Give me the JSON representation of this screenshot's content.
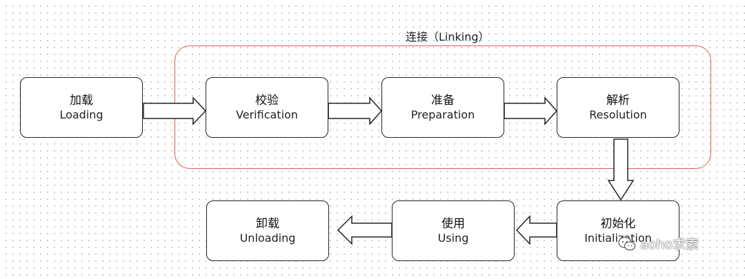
{
  "group": {
    "label": "连接（Linking）"
  },
  "nodes": {
    "loading": {
      "zh": "加载",
      "en": "Loading"
    },
    "verification": {
      "zh": "校验",
      "en": "Verification"
    },
    "preparation": {
      "zh": "准备",
      "en": "Preparation"
    },
    "resolution": {
      "zh": "解析",
      "en": "Resolution"
    },
    "initialization": {
      "zh": "初始化",
      "en": "Initialization"
    },
    "using": {
      "zh": "使用",
      "en": "Using"
    },
    "unloading": {
      "zh": "卸载",
      "en": "Unloading"
    }
  },
  "watermark": {
    "text": "aoho求索",
    "icon": "wechat-icon"
  },
  "colors": {
    "group_border": "#e05a5a",
    "node_border": "#222222",
    "arrow_stroke": "#222222",
    "background_dots": "#c9c9c9"
  }
}
